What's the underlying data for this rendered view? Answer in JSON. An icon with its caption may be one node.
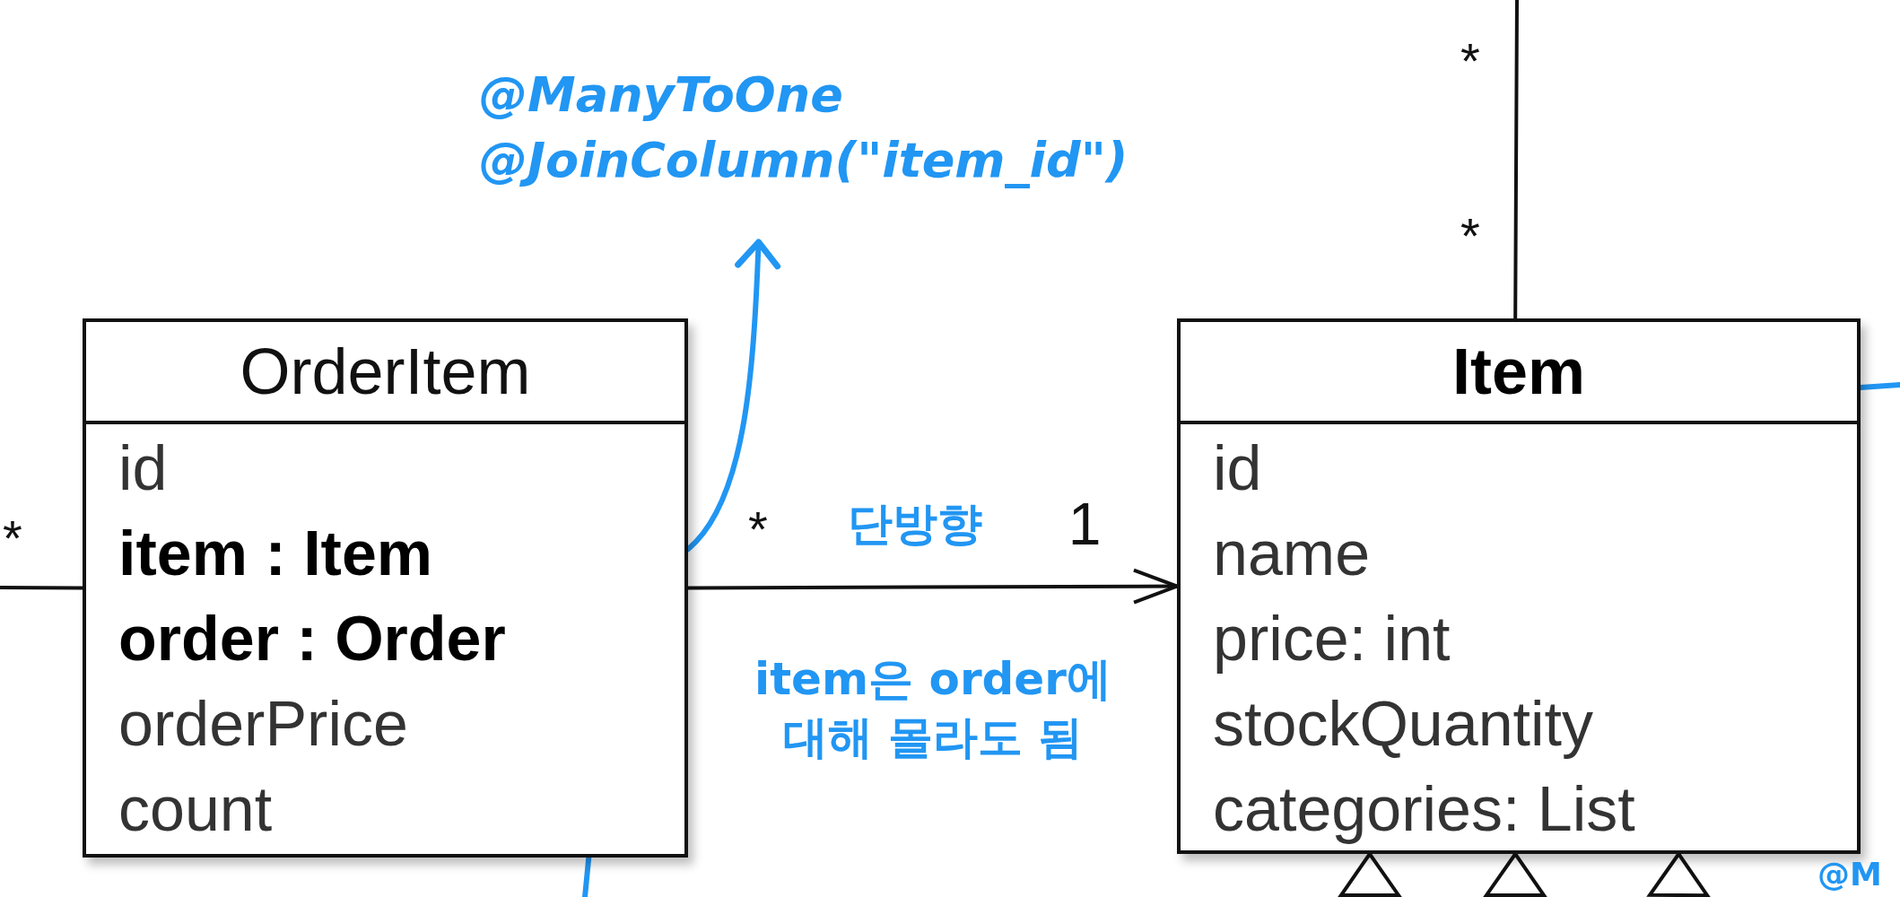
{
  "diagram": {
    "nodes": [
      {
        "text": [
          "OrderItem",
          "id",
          "item : Item",
          "order : Order",
          "orderPrice",
          "count"
        ]
      },
      {
        "text": [
          "Item",
          "id",
          "name",
          "price: int",
          "stockQuantity",
          "categories: List"
        ]
      },
      {
        "text": [
          "@ManyToOne @JoinColumn(\"item_id\")"
        ]
      }
    ],
    "edges": [
      {
        "from": 0,
        "to": 1,
        "arrow": "to",
        "label": "단방향"
      },
      {
        "from": null,
        "to": 0,
        "arrow": "none"
      },
      {
        "from": null,
        "to": 1,
        "arrow": "none"
      },
      {
        "from": null,
        "to": 1,
        "arrow": "to"
      },
      {
        "from": null,
        "to": 1,
        "arrow": "to"
      },
      {
        "from": null,
        "to": 1,
        "arrow": "to"
      },
      {
        "from": 0,
        "to": 2,
        "arrow": "to",
        "color": "#2196f3"
      },
      {
        "from": 0,
        "to": null,
        "arrow": "none",
        "color": "#2196f3"
      },
      {
        "from": 1,
        "to": null,
        "arrow": "none",
        "color": "#2196f3"
      }
    ],
    "labels": [
      "*",
      "*",
      "*",
      "*",
      "1",
      "item은 order에 대해 몰라도 됨",
      "@M"
    ]
  }
}
